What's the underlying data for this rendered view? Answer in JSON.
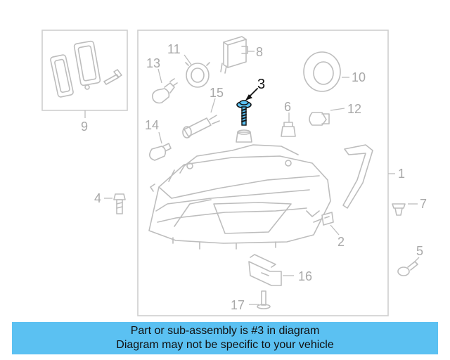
{
  "diagram": {
    "callouts": [
      {
        "id": "1",
        "label": "1"
      },
      {
        "id": "2",
        "label": "2"
      },
      {
        "id": "3",
        "label": "3",
        "highlighted": true
      },
      {
        "id": "4",
        "label": "4"
      },
      {
        "id": "5",
        "label": "5"
      },
      {
        "id": "6",
        "label": "6"
      },
      {
        "id": "7",
        "label": "7"
      },
      {
        "id": "8",
        "label": "8"
      },
      {
        "id": "9",
        "label": "9"
      },
      {
        "id": "10",
        "label": "10"
      },
      {
        "id": "11",
        "label": "11"
      },
      {
        "id": "12",
        "label": "12"
      },
      {
        "id": "13",
        "label": "13"
      },
      {
        "id": "14",
        "label": "14"
      },
      {
        "id": "15",
        "label": "15"
      },
      {
        "id": "16",
        "label": "16"
      },
      {
        "id": "17",
        "label": "17"
      }
    ],
    "colors": {
      "line": "#bdbdbd",
      "label": "#a8a8a8",
      "highlight_outline": "#111111",
      "highlight_fill": "#5bc1f2"
    }
  },
  "footer": {
    "line1": "Part or sub-assembly is #3 in diagram",
    "line2": "Diagram may not be specific to your vehicle",
    "background": "#5bc1f2"
  }
}
